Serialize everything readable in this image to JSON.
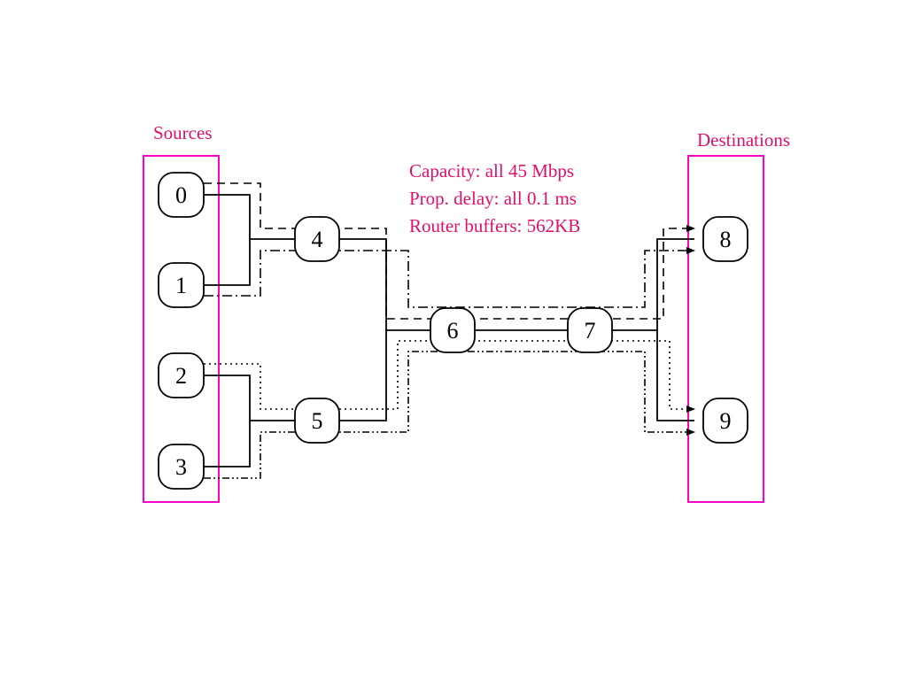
{
  "colors": {
    "accent": "#ff00cc",
    "text_accent": "#e0106a",
    "ink": "#000000"
  },
  "groups": {
    "sources": {
      "label": "Sources"
    },
    "destinations": {
      "label": "Destinations"
    }
  },
  "info": {
    "capacity": "Capacity: all 45 Mbps",
    "delay": "Prop. delay: all 0.1 ms",
    "buffers": "Router buffers: 562KB"
  },
  "nodes": [
    {
      "id": "0",
      "label": "0"
    },
    {
      "id": "1",
      "label": "1"
    },
    {
      "id": "2",
      "label": "2"
    },
    {
      "id": "3",
      "label": "3"
    },
    {
      "id": "4",
      "label": "4"
    },
    {
      "id": "5",
      "label": "5"
    },
    {
      "id": "6",
      "label": "6"
    },
    {
      "id": "7",
      "label": "7"
    },
    {
      "id": "8",
      "label": "8"
    },
    {
      "id": "9",
      "label": "9"
    }
  ],
  "links": [
    {
      "from": "0",
      "to": "4"
    },
    {
      "from": "1",
      "to": "4"
    },
    {
      "from": "2",
      "to": "5"
    },
    {
      "from": "3",
      "to": "5"
    },
    {
      "from": "4",
      "to": "6"
    },
    {
      "from": "5",
      "to": "6"
    },
    {
      "from": "6",
      "to": "7"
    },
    {
      "from": "7",
      "to": "8"
    },
    {
      "from": "7",
      "to": "9"
    }
  ]
}
